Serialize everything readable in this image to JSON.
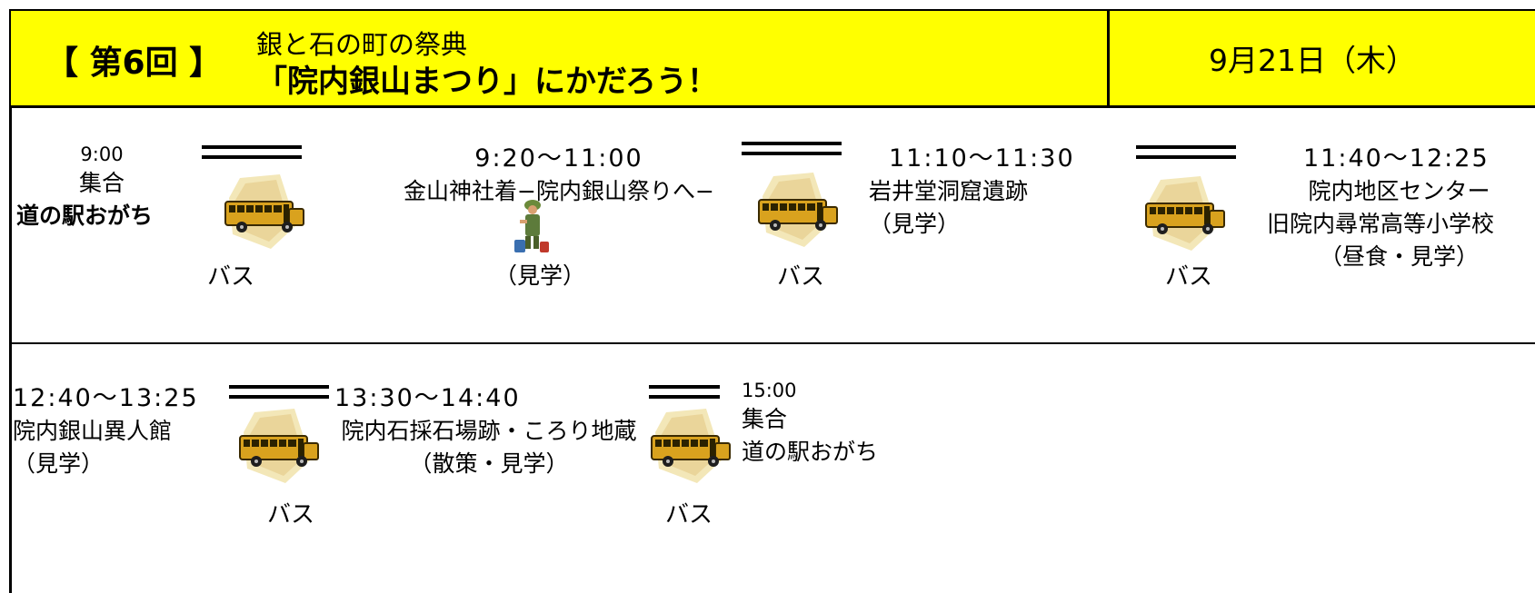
{
  "header": {
    "edition": "【 第6回 】",
    "subtitle": "銀と石の町の祭典",
    "title": "「院内銀山まつり」にかだろう！",
    "date": "9月21日（木）"
  },
  "row1": {
    "s1": {
      "time": "9:00",
      "line1": "集合",
      "line2": "道の駅おがち"
    },
    "bus_label": "バス",
    "s2": {
      "time": "9:20〜11:00",
      "line1": "金山神社着−院内銀山祭りへ−",
      "line2": "（見学）"
    },
    "s3": {
      "time": "11:10〜11:30",
      "line1": "岩井堂洞窟遺跡",
      "line2": "（見学）"
    },
    "s4": {
      "time": "11:40〜12:25",
      "line1": "院内地区センター",
      "line2": "旧院内尋常高等小学校",
      "line3": "（昼食・見学）"
    }
  },
  "row2": {
    "s1": {
      "time": "12:40〜13:25",
      "line1": "院内銀山異人館",
      "line2": "（見学）"
    },
    "s2": {
      "time": "13:30〜14:40",
      "line1": "院内石採石場跡・ころり地蔵",
      "line2": "（散策・見学）"
    },
    "s3": {
      "time": "15:00",
      "line1": "集合",
      "line2": "道の駅おがち"
    },
    "bus_label": "バス"
  }
}
